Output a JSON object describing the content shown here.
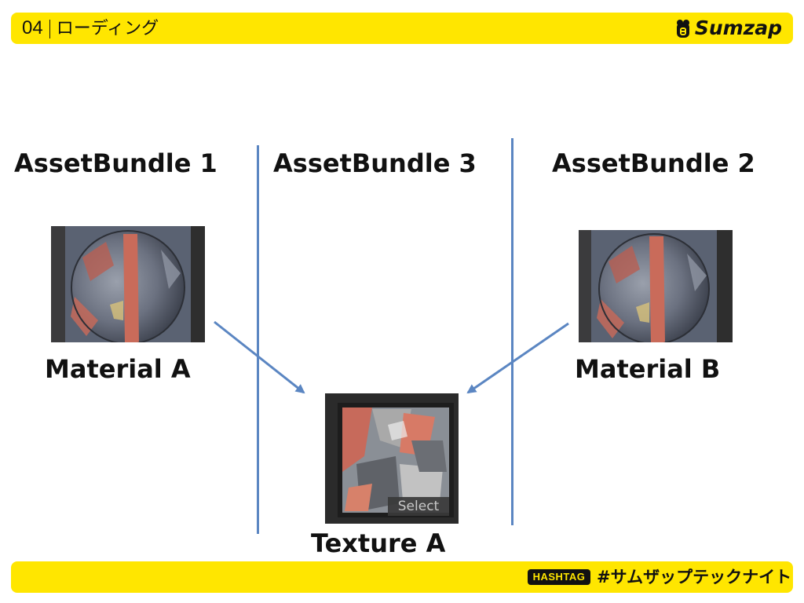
{
  "header": {
    "section_number": "04",
    "section_title": "ローディング",
    "logo_text": "Sumzap"
  },
  "footer": {
    "badge_text": "HASHTAG",
    "hashtag_text": "#サムザップテックナイト"
  },
  "bundles": [
    {
      "title": "AssetBundle 1"
    },
    {
      "title": "AssetBundle 3"
    },
    {
      "title": "AssetBundle 2"
    }
  ],
  "assets": {
    "material_a": "Material A",
    "material_b": "Material B",
    "texture_a": "Texture A",
    "texture_select_label": "Select"
  },
  "colors": {
    "bar_yellow": "#ffe600",
    "divider_blue": "#5b86c2",
    "arrow_blue": "#5b86c2"
  }
}
